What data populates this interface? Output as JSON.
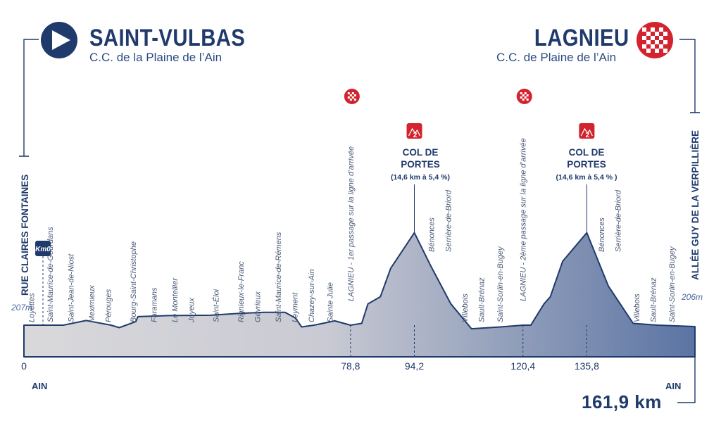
{
  "start": {
    "city": "SAINT-VULBAS",
    "club": "C.C. de la Plaine de l’Ain",
    "street": "RUE CLAIRES FONTAINES",
    "altitude": "207m",
    "region": "AIN",
    "km_badge": "Km0",
    "icon": "play-arrow-icon"
  },
  "finish": {
    "city": "LAGNIEU",
    "club": "C.C. de Plaine de l’Ain",
    "street": "ALLÉE GUY DE LA VERPILLIÈRE",
    "altitude": "206m",
    "region": "AIN",
    "icon": "checkered-flag-icon"
  },
  "total_distance": "161,9 km",
  "climbs": [
    {
      "name_line1": "COL DE",
      "name_line2": "PORTES",
      "grade": "(14,6 km à 5,4 %)",
      "category": "2",
      "km": 94.2
    },
    {
      "name_line1": "COL DE",
      "name_line2": "PORTES",
      "grade": "(14,6 km à 5,4 % )",
      "category": "2",
      "km": 135.8
    }
  ],
  "passages": [
    {
      "label": "LAGNIEU - 1er passage sur la ligne d’arrivée",
      "km": 78.8
    },
    {
      "label": "LAGNIEU - 2ème passage sur la ligne d’arrivée",
      "km": 120.4
    }
  ],
  "colors": {
    "primary": "#1f3a6b",
    "finish_red": "#d3232e",
    "profile_start": "#d9d9db",
    "profile_end": "#5b74a3"
  },
  "chart_data": {
    "type": "area",
    "x_unit": "km",
    "xlim": [
      0,
      161.9
    ],
    "km_markers": [
      "0",
      "78,8",
      "94,2",
      "120,4",
      "135,8"
    ],
    "km_marker_values": [
      0,
      78.8,
      94.2,
      120.4,
      135.8
    ],
    "profile": [
      {
        "km": 0,
        "rel": 0.0
      },
      {
        "km": 4,
        "rel": 0.0
      },
      {
        "km": 9.5,
        "rel": 0.0
      },
      {
        "km": 15,
        "rel": 0.13
      },
      {
        "km": 21,
        "rel": 0.0
      },
      {
        "km": 23,
        "rel": -0.07
      },
      {
        "km": 27,
        "rel": 0.1
      },
      {
        "km": 27.5,
        "rel": 0.24
      },
      {
        "km": 35,
        "rel": 0.27
      },
      {
        "km": 45,
        "rel": 0.28
      },
      {
        "km": 52,
        "rel": 0.33
      },
      {
        "km": 58,
        "rel": 0.36
      },
      {
        "km": 63,
        "rel": 0.36
      },
      {
        "km": 65.5,
        "rel": 0.2
      },
      {
        "km": 67,
        "rel": -0.05
      },
      {
        "km": 70,
        "rel": 0.0
      },
      {
        "km": 75,
        "rel": 0.12
      },
      {
        "km": 78.8,
        "rel": 0.0
      },
      {
        "km": 81.5,
        "rel": 0.05
      },
      {
        "km": 83,
        "rel": 0.6
      },
      {
        "km": 86,
        "rel": 0.8
      },
      {
        "km": 88.5,
        "rel": 1.6
      },
      {
        "km": 94.2,
        "rel": 2.6
      },
      {
        "km": 98,
        "rel": 1.7
      },
      {
        "km": 103,
        "rel": 0.6
      },
      {
        "km": 108,
        "rel": -0.1
      },
      {
        "km": 115,
        "rel": -0.05
      },
      {
        "km": 120.4,
        "rel": 0.0
      },
      {
        "km": 122.3,
        "rel": 0.0
      },
      {
        "km": 125.5,
        "rel": 0.6
      },
      {
        "km": 127,
        "rel": 0.8
      },
      {
        "km": 130,
        "rel": 1.8
      },
      {
        "km": 135.8,
        "rel": 2.6
      },
      {
        "km": 141,
        "rel": 1.1
      },
      {
        "km": 147,
        "rel": 0.05
      },
      {
        "km": 153,
        "rel": 0.0
      },
      {
        "km": 161.9,
        "rel": -0.04
      }
    ],
    "localities": [
      {
        "name": "Loyettes",
        "km": 2.5
      },
      {
        "name": "Saint-Maurice-de-Gourdans",
        "km": 7
      },
      {
        "name": "Saint-Jean-de-Niost",
        "km": 12
      },
      {
        "name": "Meximieux",
        "km": 17
      },
      {
        "name": "Pérouges",
        "km": 21
      },
      {
        "name": "Bourg-Saint-Christophe",
        "km": 27
      },
      {
        "name": "Faramans",
        "km": 32
      },
      {
        "name": "Le Montellier",
        "km": 37
      },
      {
        "name": "Joyeux",
        "km": 41
      },
      {
        "name": "Saint-Éloi",
        "km": 47
      },
      {
        "name": "Rignieux-le-Franc",
        "km": 53
      },
      {
        "name": "Gévrieux",
        "km": 57
      },
      {
        "name": "Saint-Maurice-de-Rémens",
        "km": 62
      },
      {
        "name": "Leyment",
        "km": 66
      },
      {
        "name": "Chazey-sur-Ain",
        "km": 70
      },
      {
        "name": "Sainte Julie",
        "km": 74.5
      },
      {
        "name": "Bénonces",
        "km": 99
      },
      {
        "name": "Serrière-de-Briord",
        "km": 103
      },
      {
        "name": "Villebois",
        "km": 107
      },
      {
        "name": "Sault-Brénaz",
        "km": 111
      },
      {
        "name": "Saint-Sorlin-en-Bugey",
        "km": 115.5
      },
      {
        "name": "Bénonces",
        "km": 140
      },
      {
        "name": "Serrière-de-Briord",
        "km": 144
      },
      {
        "name": "Villebois",
        "km": 148.5
      },
      {
        "name": "Sault-Brénaz",
        "km": 152.5
      },
      {
        "name": "Saint-Sorlin-en-Bugey",
        "km": 157
      }
    ]
  }
}
